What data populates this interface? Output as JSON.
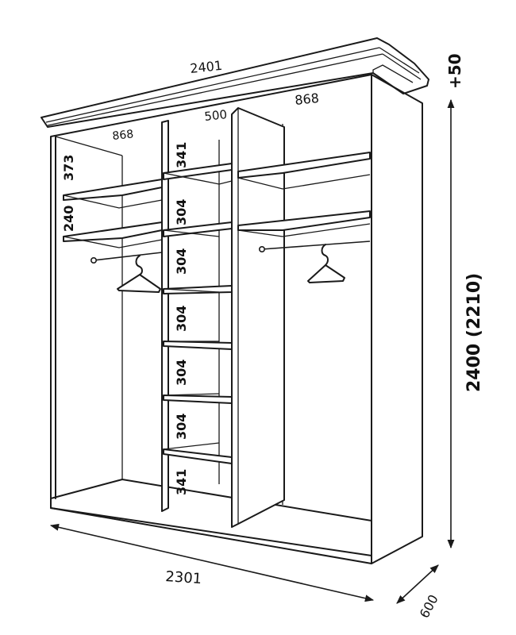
{
  "dimensions": {
    "top_width": "2401",
    "bottom_width": "2301",
    "left_section_width": "868",
    "middle_section_width": "500",
    "right_section_width": "868",
    "total_height": "2400 (2210)",
    "cornice_extra": "+50",
    "depth": "600"
  },
  "shelf_heights": {
    "left": [
      "373",
      "240"
    ],
    "middle": [
      "341",
      "304",
      "304",
      "304",
      "304",
      "304",
      "341"
    ]
  }
}
